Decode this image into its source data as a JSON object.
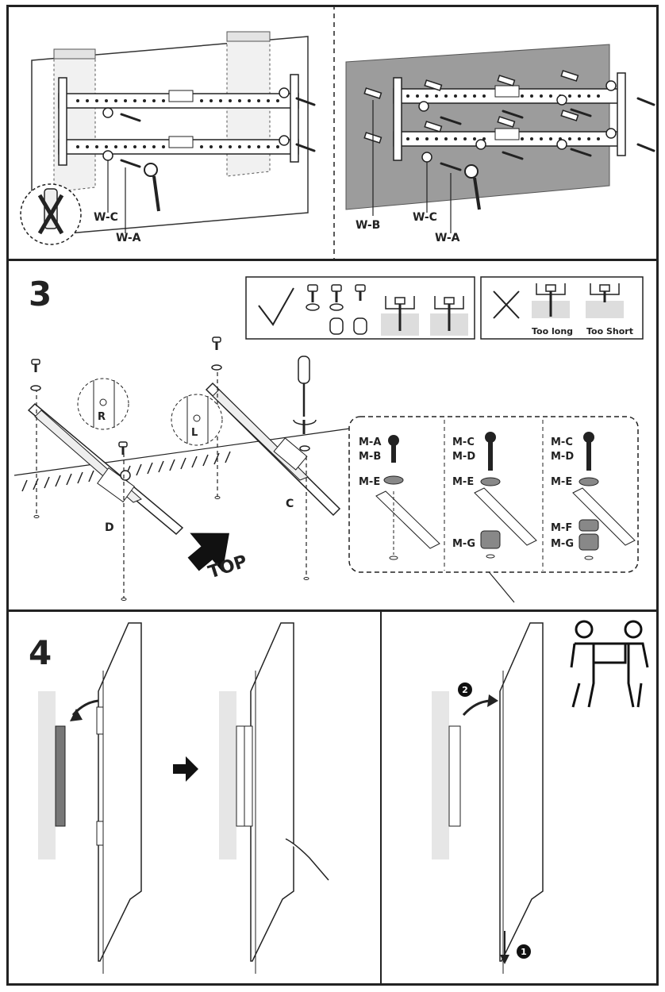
{
  "step1": {
    "wood_labels": {
      "wc": "W-C",
      "wa": "W-A"
    },
    "concrete_labels": {
      "wb": "W-B",
      "wc": "W-C",
      "wa": "W-A"
    }
  },
  "step3": {
    "number": "3",
    "wrong_labels": {
      "too_long": "Too long",
      "too_short": "Too Short"
    },
    "bracket_labels": {
      "r": "R",
      "l": "L",
      "d": "D",
      "c": "C",
      "top": "TOP"
    },
    "detail": {
      "col1": [
        "M-A",
        "M-B",
        "M-E"
      ],
      "col2": [
        "M-C",
        "M-D",
        "M-E",
        "M-G"
      ],
      "col3": [
        "M-C",
        "M-D",
        "M-E",
        "M-F",
        "M-G"
      ]
    }
  },
  "step4": {
    "number": "4",
    "badges": {
      "one": "1",
      "two": "2"
    }
  }
}
